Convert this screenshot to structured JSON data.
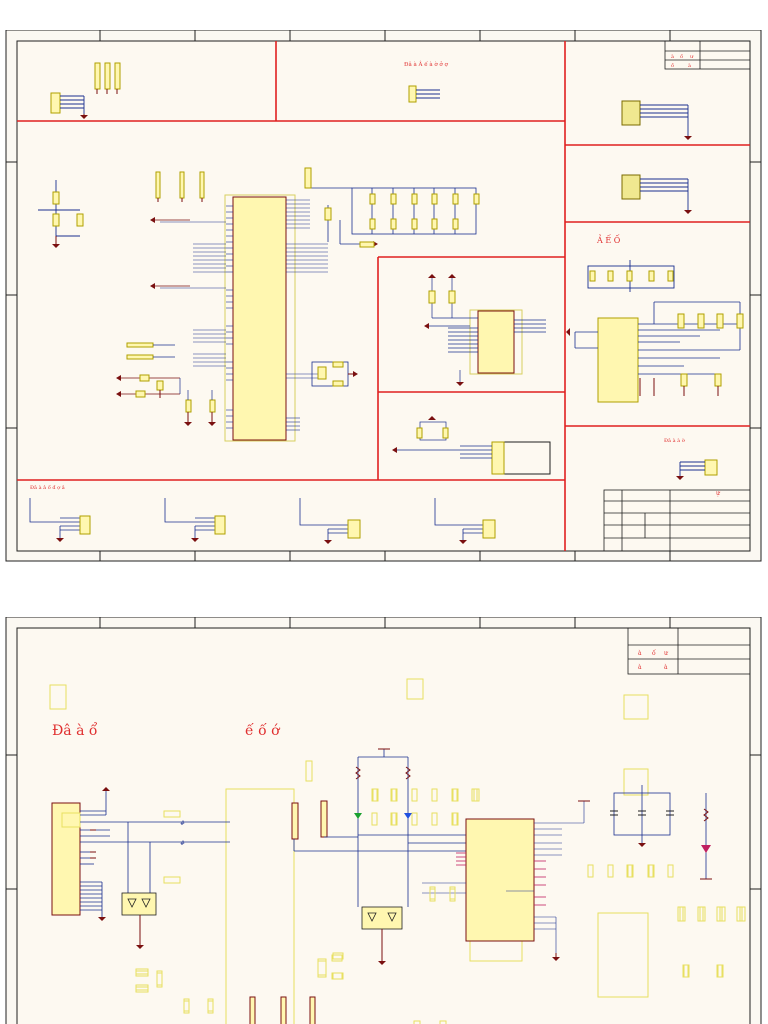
{
  "sheet1": {
    "title_block_cells": [
      "à",
      "ố",
      "ư",
      "ồ",
      "à"
    ],
    "note_top": "Đâ  à Â     ế     à   ờ ở   ợ",
    "note_led": "Ả      Ế        Ố",
    "note_bottom_left": "Đâ  à   ả    ố  đ    ợ    ả",
    "note_bottom_right": "Đâ  à  à          ờ",
    "right_mark": "ự"
  },
  "sheet2": {
    "title_block_cells": [
      "à",
      "ố",
      "ư",
      "à",
      "à"
    ],
    "note_heading_left": "Đâ   à  ổ",
    "note_heading_right": "ế   ố   ớ"
  }
}
